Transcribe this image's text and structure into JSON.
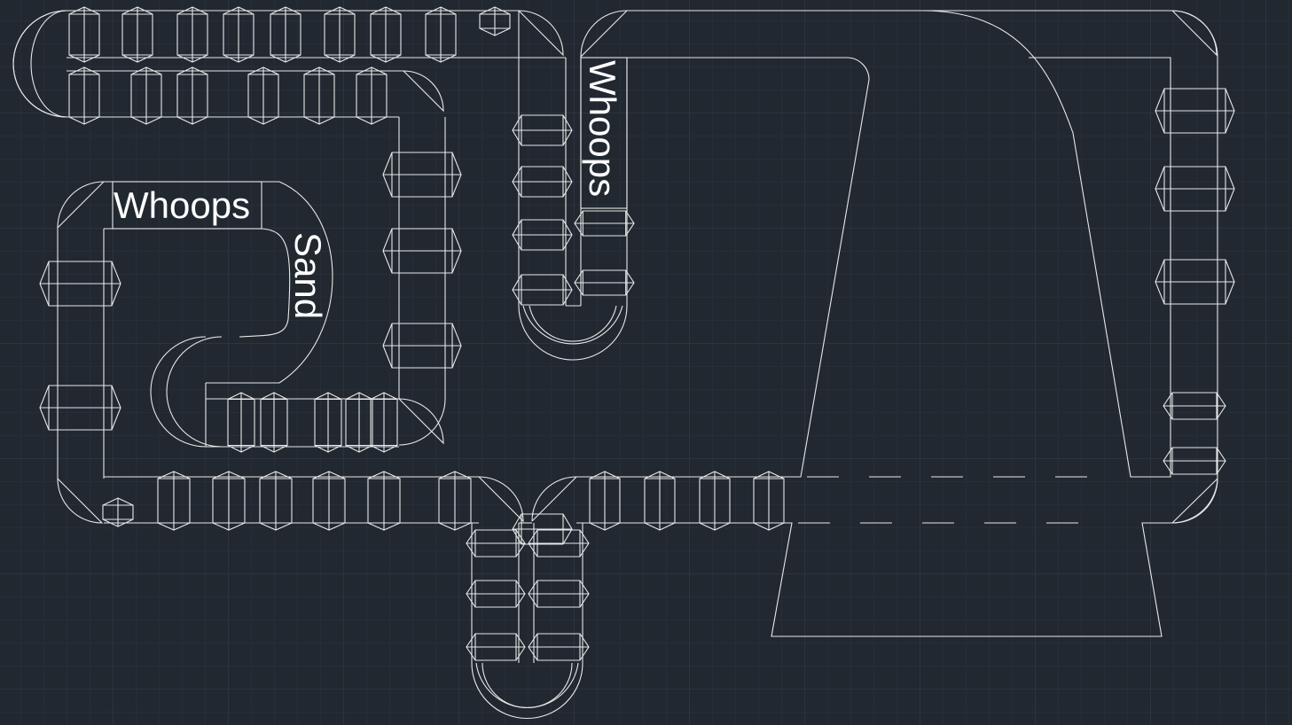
{
  "labels": {
    "whoops_left": "Whoops",
    "whoops_vertical": "Whoops",
    "sand": "Sand"
  },
  "colors": {
    "background": "#212830",
    "lines": "#e8e8e8",
    "text": "#ffffff"
  }
}
